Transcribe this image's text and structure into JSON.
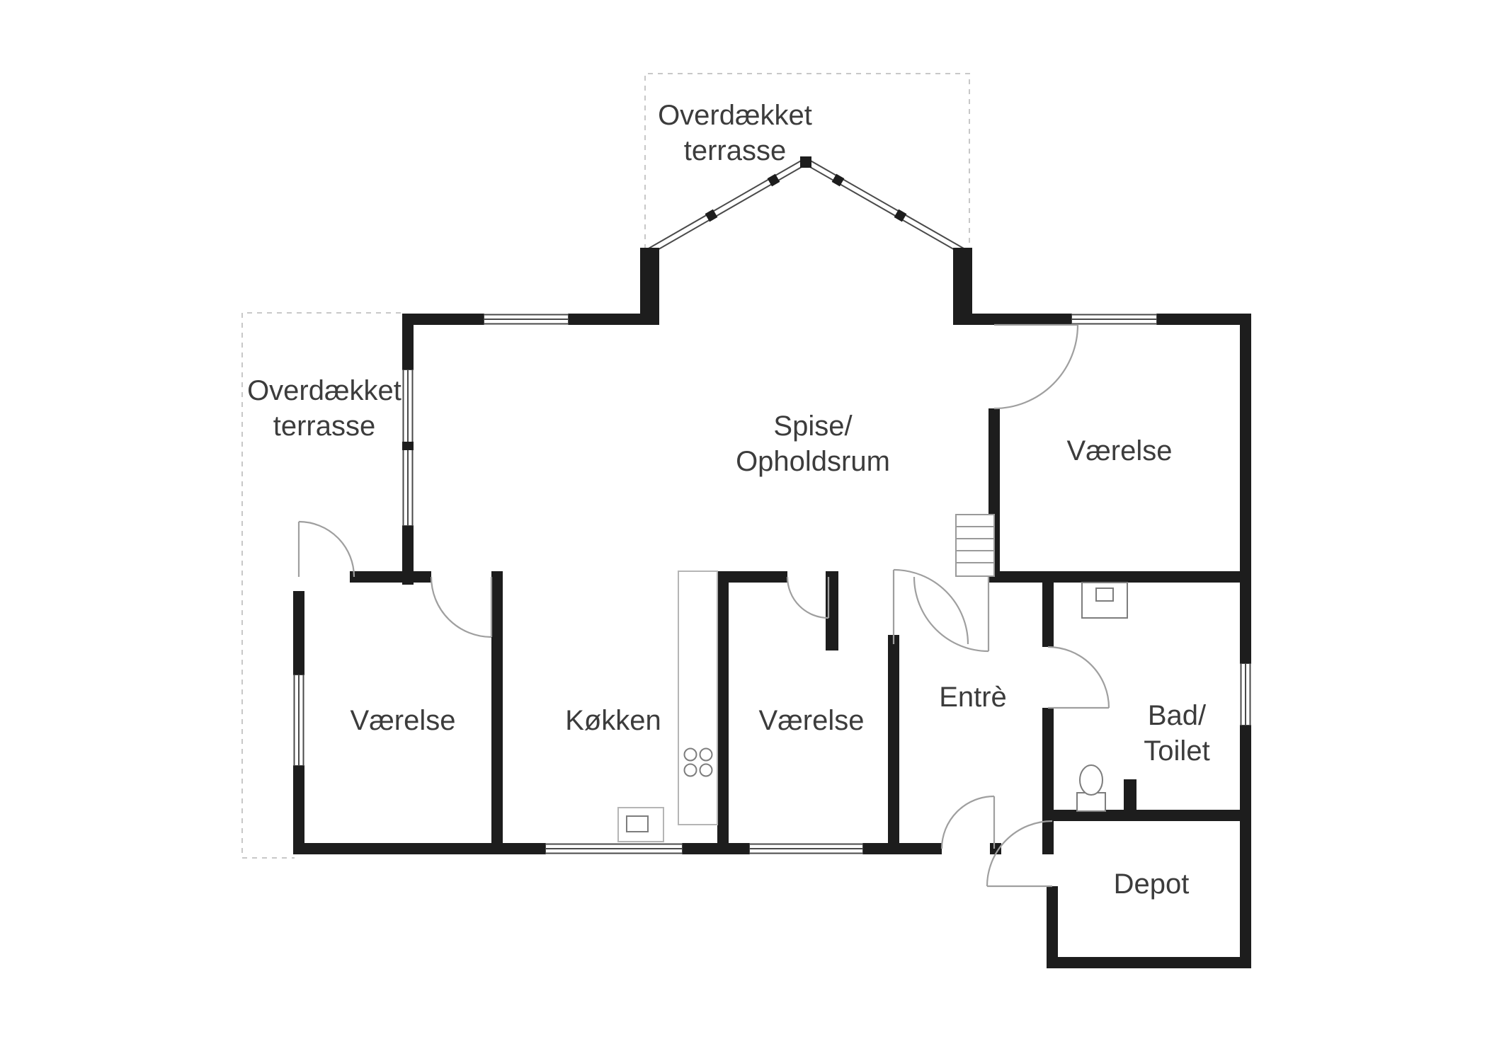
{
  "rooms": {
    "terrace_top": {
      "line1": "Overdækket",
      "line2": "terrasse"
    },
    "terrace_left": {
      "line1": "Overdækket",
      "line2": "terrasse"
    },
    "living": {
      "line1": "Spise/",
      "line2": "Opholdsrum"
    },
    "bedroom_right": {
      "label": "Værelse"
    },
    "bedroom_left": {
      "label": "Værelse"
    },
    "bedroom_center": {
      "label": "Værelse"
    },
    "kitchen": {
      "label": "Køkken"
    },
    "entry": {
      "label": "Entrè"
    },
    "bath": {
      "line1": "Bad/",
      "line2": "Toilet"
    },
    "storage": {
      "label": "Depot"
    }
  },
  "colors": {
    "wall": "#1d1d1d",
    "door_arc": "#9f9f9f",
    "fixture": "#7d7d7d",
    "dashed_outline": "#c8c8c8",
    "text": "#3c3c3c",
    "background": "#ffffff"
  }
}
